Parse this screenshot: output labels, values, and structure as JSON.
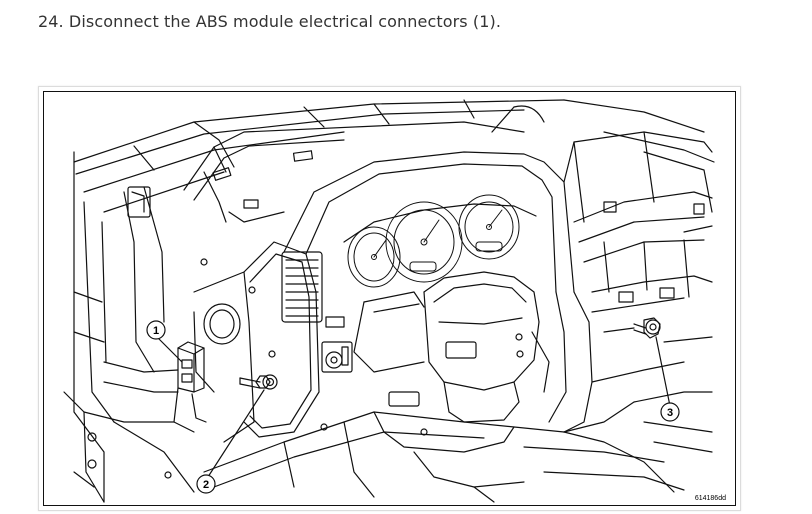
{
  "step": {
    "text": "24. Disconnect the ABS module electrical connectors (1)."
  },
  "figure": {
    "callouts": [
      "1",
      "2",
      "3"
    ],
    "code": "614186dd"
  }
}
